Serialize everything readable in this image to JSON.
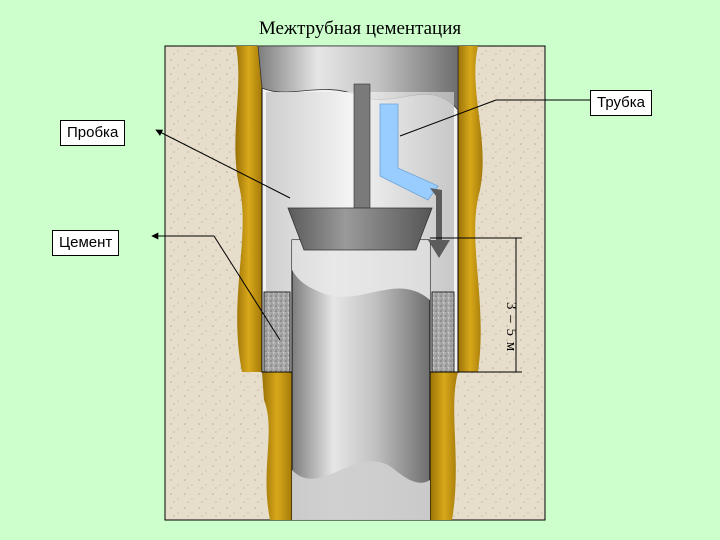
{
  "title": "Межтрубная цементация",
  "labels": {
    "tube": "Трубка",
    "plug": "Пробка",
    "cement": "Цемент",
    "distance": "3 – 5 м"
  },
  "colors": {
    "background": "#ccffcc",
    "rock": "#e8e0c8",
    "annulus_fill": "#d4a017",
    "casing_gray": "#b8b8b8",
    "tube_blue": "#99ccff",
    "cement_gray": "#9a9a9a"
  }
}
